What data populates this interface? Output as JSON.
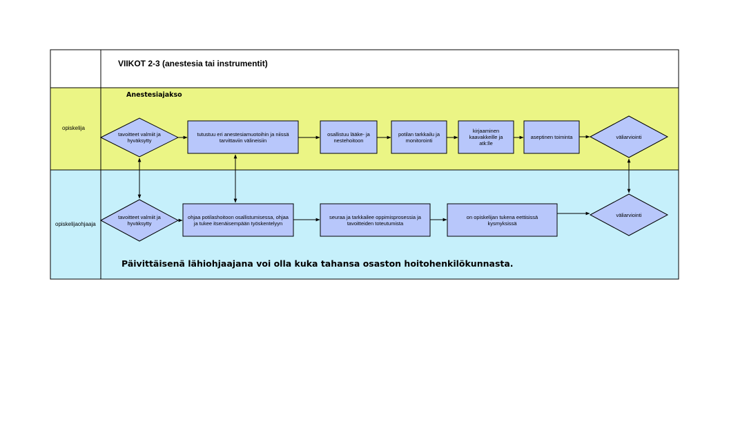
{
  "title": "VIIKOT 2-3 (anestesia tai instrumentit)",
  "section_title": "Anestesiajakso",
  "lanes": {
    "student": "opiskelija",
    "supervisor": "opiskelijaohjaaja"
  },
  "colors": {
    "lane_student": "#ebf585",
    "lane_supervisor": "#c6f0fb",
    "node_fill": "#b8c7fb"
  },
  "student_nodes": {
    "goals": "tavoitteet valmiit ja hyväksytty",
    "anesthesia_forms": "tutustuu eri anestesiamuotoihin ja niissä tarvittaviin välineisiin",
    "medication": "osallistuu lääke- ja nestehoitoon",
    "monitoring": "potilan tarkkailu ja monitorointi",
    "documentation": "kirjaaminen kaavakkeille ja atk:lle",
    "aseptic": "aseptinen toiminta",
    "evaluation": "väliarviointi"
  },
  "supervisor_nodes": {
    "goals": "tavoitteet valmiit ja hyväksytty",
    "guides": "ohjaa potilashoitoon osallistumisessa, ohjaa ja tukee itsenäisempään työskentelyyn",
    "follows": "seuraa ja tarkkailee oppimisprosessia ja tavoitteiden toteutumista",
    "ethics": "on opiskelijan tukena eettisissä kysmyksissä",
    "evaluation": "väliarviointi"
  },
  "footer_note": "Päivittäisenä lähiohjaajana voi olla kuka tahansa osaston hoitohenkilökunnasta."
}
